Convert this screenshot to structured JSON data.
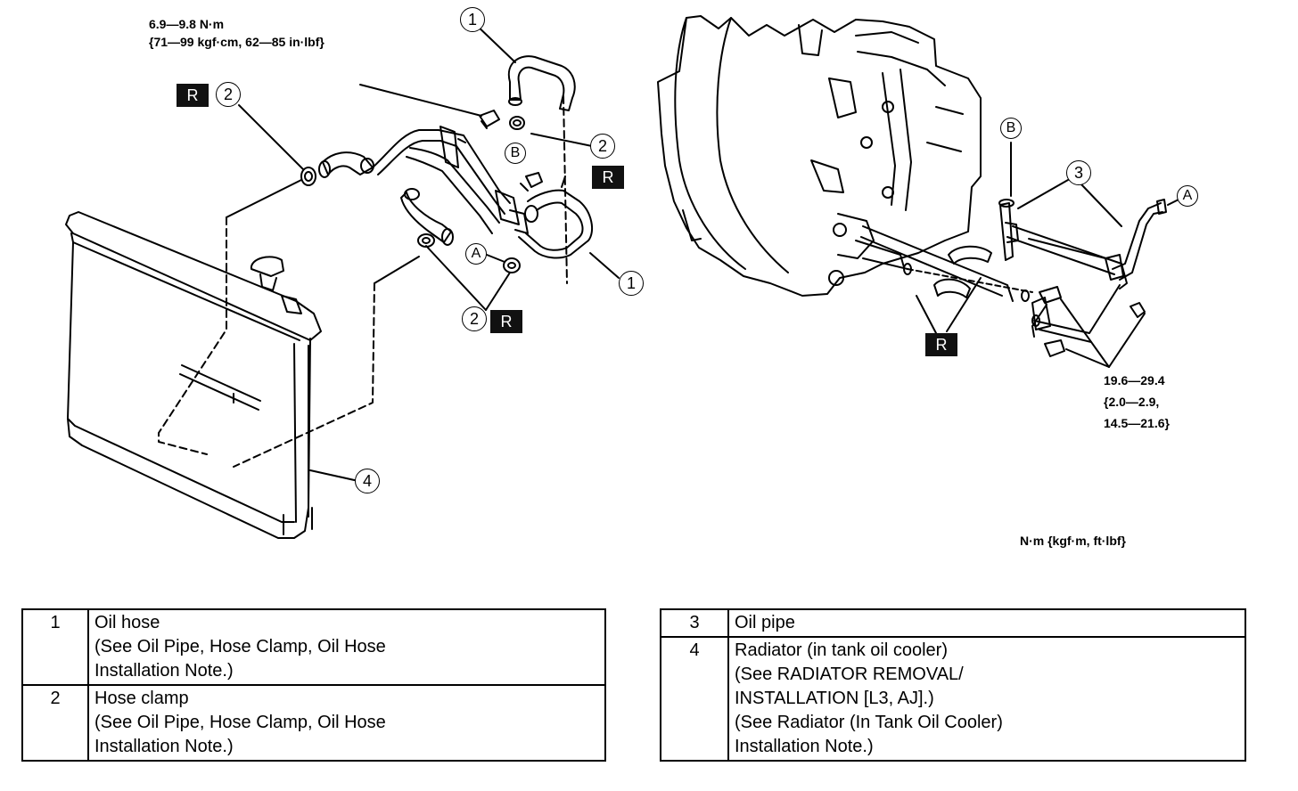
{
  "torque_upper": {
    "line1": "6.9—9.8 N·m",
    "line2": "{71—99 kgf·cm, 62—85 in·lbf}"
  },
  "torque_lower": {
    "line1": "19.6—29.4",
    "line2": "{2.0—2.9,",
    "line3": "14.5—21.6}"
  },
  "unit_note": "N·m {kgf·m, ft·lbf}",
  "replace_mark": "R",
  "callouts": {
    "n1": "1",
    "n2": "2",
    "n3": "3",
    "n4": "4",
    "a": "A",
    "b": "B"
  },
  "legend_left": [
    {
      "num": "1",
      "lines": [
        "Oil hose",
        " (See Oil Pipe, Hose Clamp, Oil Hose",
        "Installation Note.)"
      ]
    },
    {
      "num": "2",
      "lines": [
        "Hose clamp",
        " (See Oil Pipe, Hose Clamp, Oil Hose",
        "Installation Note.)"
      ]
    }
  ],
  "legend_right": [
    {
      "num": "3",
      "lines": [
        "Oil pipe"
      ]
    },
    {
      "num": "4",
      "lines": [
        "Radiator (in tank oil cooler)",
        " (See RADIATOR REMOVAL/",
        "INSTALLATION [L3, AJ].)",
        " (See Radiator (In Tank Oil Cooler)",
        "Installation Note.)"
      ]
    }
  ]
}
